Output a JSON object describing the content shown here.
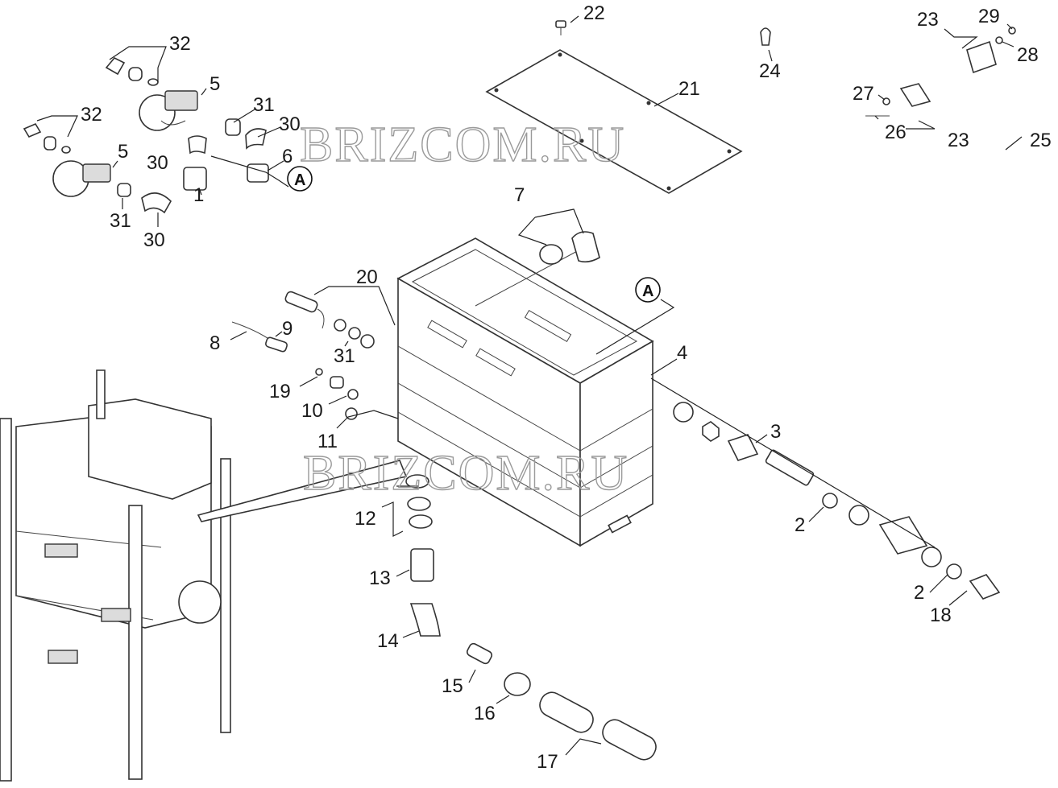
{
  "watermark": "BRIZCOM.RU",
  "reference_marker": "A",
  "callouts": [
    {
      "id": "c1",
      "label": "1"
    },
    {
      "id": "c2a",
      "label": "2"
    },
    {
      "id": "c2b",
      "label": "2"
    },
    {
      "id": "c3",
      "label": "3"
    },
    {
      "id": "c4",
      "label": "4"
    },
    {
      "id": "c5a",
      "label": "5"
    },
    {
      "id": "c5b",
      "label": "5"
    },
    {
      "id": "c6",
      "label": "6"
    },
    {
      "id": "c7",
      "label": "7"
    },
    {
      "id": "c8",
      "label": "8"
    },
    {
      "id": "c9",
      "label": "9"
    },
    {
      "id": "c10",
      "label": "10"
    },
    {
      "id": "c11",
      "label": "11"
    },
    {
      "id": "c12",
      "label": "12"
    },
    {
      "id": "c13",
      "label": "13"
    },
    {
      "id": "c14",
      "label": "14"
    },
    {
      "id": "c15",
      "label": "15"
    },
    {
      "id": "c16",
      "label": "16"
    },
    {
      "id": "c17",
      "label": "17"
    },
    {
      "id": "c18",
      "label": "18"
    },
    {
      "id": "c19",
      "label": "19"
    },
    {
      "id": "c20",
      "label": "20"
    },
    {
      "id": "c21",
      "label": "21"
    },
    {
      "id": "c22",
      "label": "22"
    },
    {
      "id": "c23a",
      "label": "23"
    },
    {
      "id": "c23b",
      "label": "23"
    },
    {
      "id": "c24",
      "label": "24"
    },
    {
      "id": "c25",
      "label": "25"
    },
    {
      "id": "c26",
      "label": "26"
    },
    {
      "id": "c27",
      "label": "27"
    },
    {
      "id": "c28",
      "label": "28"
    },
    {
      "id": "c29",
      "label": "29"
    },
    {
      "id": "c30a",
      "label": "30"
    },
    {
      "id": "c30b",
      "label": "30"
    },
    {
      "id": "c30c",
      "label": "30"
    },
    {
      "id": "c31a",
      "label": "31"
    },
    {
      "id": "c31b",
      "label": "31"
    },
    {
      "id": "c31c",
      "label": "31"
    },
    {
      "id": "c32a",
      "label": "32"
    },
    {
      "id": "c32b",
      "label": "32"
    }
  ]
}
